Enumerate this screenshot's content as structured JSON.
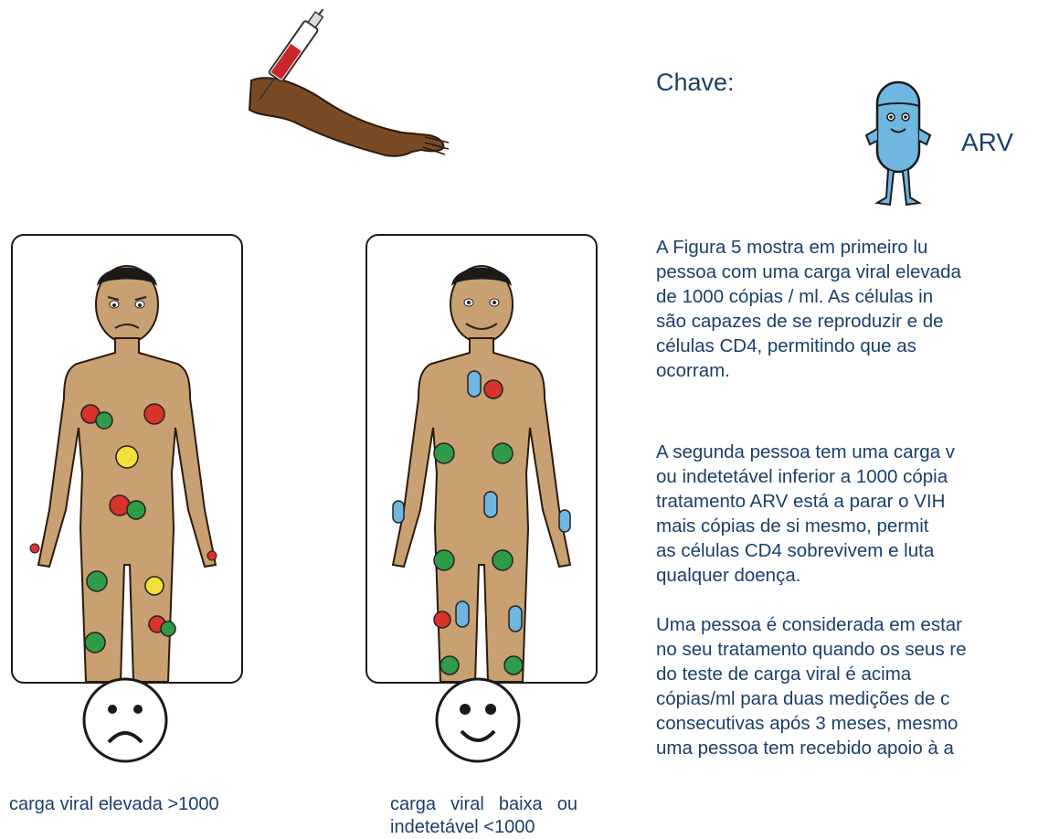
{
  "key": {
    "title": "Chave:",
    "arv_label": "ARV"
  },
  "paragraphs": [
    "A Figura 5 mostra em primeiro lu\npessoa com uma carga viral elevada\nde 1000 cópias / ml. As células in\nsão capazes de se reproduzir e de\ncélulas CD4, permitindo que as\nocorram.",
    "A segunda pessoa tem uma carga v\nou indetetável inferior a 1000 cópia\ntratamento ARV está a parar o VIH\nmais cópias de si mesmo, permit\nas células CD4 sobrevivem e luta\nqualquer doença.",
    "Uma pessoa é considerada em estar\nno seu tratamento quando os seus re\ndo teste de carga viral é acima\ncópias/ml para duas medições de c\nconsecutivas após 3 meses, mesmo\numa pessoa tem recebido apoio à a"
  ],
  "captions": {
    "left": "carga viral elevada >1000",
    "right": "carga viral baixa ou indetetável <1000"
  },
  "icons": {
    "syringe_arm": "syringe-arm-icon",
    "arv_pill": "arv-pill-icon",
    "sad_face": "sad-face-icon",
    "happy_face": "happy-face-icon"
  },
  "colors": {
    "text": "#1b3f6b",
    "skin": "#c9a071",
    "virus_red": "#d8322a",
    "virus_green": "#2f9b47",
    "virus_yellow": "#f3e03a",
    "arv_blue": "#6fb6e0"
  }
}
